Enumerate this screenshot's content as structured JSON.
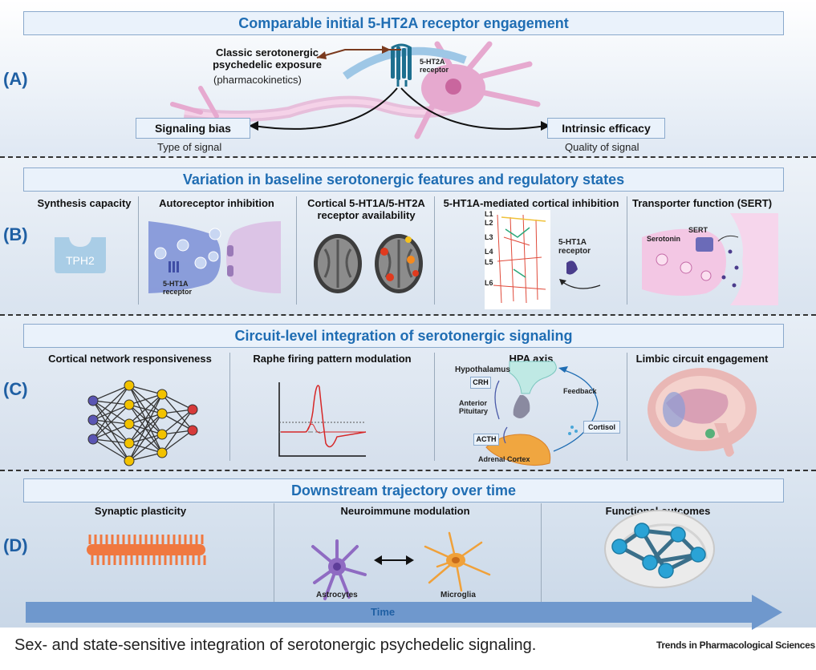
{
  "panel_a": {
    "label": "(A)",
    "banner": "Comparable initial 5-HT2A receptor engagement",
    "exposure_title": "Classic serotonergic psychedelic exposure",
    "exposure_sub": "(pharmacokinetics)",
    "receptor_label": "5-HT2A receptor",
    "left_box": "Signaling bias",
    "left_caption": "Type of signal",
    "right_box": "Intrinsic efficacy",
    "right_caption": "Quality of signal"
  },
  "panel_b": {
    "label": "(B)",
    "banner": "Variation in baseline serotonergic features and regulatory states",
    "cols": [
      {
        "title": "Synthesis capacity",
        "items": [
          "TPH2"
        ]
      },
      {
        "title": "Autoreceptor inhibition",
        "items": [
          "5-HT1A receptor"
        ]
      },
      {
        "title": "Cortical 5-HT1A/5-HT2A receptor availability",
        "items": []
      },
      {
        "title": "5-HT1A-mediated cortical inhibition",
        "items": [
          "L1",
          "L2",
          "L3",
          "L4",
          "L5",
          "L6",
          "5-HT1A receptor"
        ]
      },
      {
        "title": "Transporter function (SERT)",
        "items": [
          "Serotonin",
          "SERT"
        ]
      }
    ]
  },
  "panel_c": {
    "label": "(C)",
    "banner": "Circuit-level integration of serotonergic signaling",
    "cols": [
      {
        "title": "Cortical network responsiveness"
      },
      {
        "title": "Raphe firing pattern modulation"
      },
      {
        "title": "HPA axis",
        "items": [
          "Hypothalamus",
          "CRH",
          "Anterior Pituitary",
          "ACTH",
          "Adrenal Cortex",
          "Feedback",
          "Cortisol"
        ]
      },
      {
        "title": "Limbic circuit engagement"
      }
    ]
  },
  "panel_d": {
    "label": "(D)",
    "banner": "Downstream trajectory over time",
    "cols": [
      {
        "title": "Synaptic plasticity"
      },
      {
        "title": "Neuroimmune modulation",
        "items": [
          "Astrocytes",
          "Microglia"
        ]
      },
      {
        "title": "Functional outcomes"
      }
    ],
    "time_label": "Time"
  },
  "caption": "Sex- and state-sensitive integration of serotonergic psychedelic signaling.",
  "brand": "Trends in Pharmacological Sciences",
  "colors": {
    "title_blue": "#1f6db3",
    "neuron_pink": "#e6a9cf",
    "receptor_blue": "#1d6f8f",
    "trace_red": "#d62728",
    "node_yellow": "#f2c200",
    "node_purple": "#5a55b3",
    "node_red": "#d63a3a"
  }
}
